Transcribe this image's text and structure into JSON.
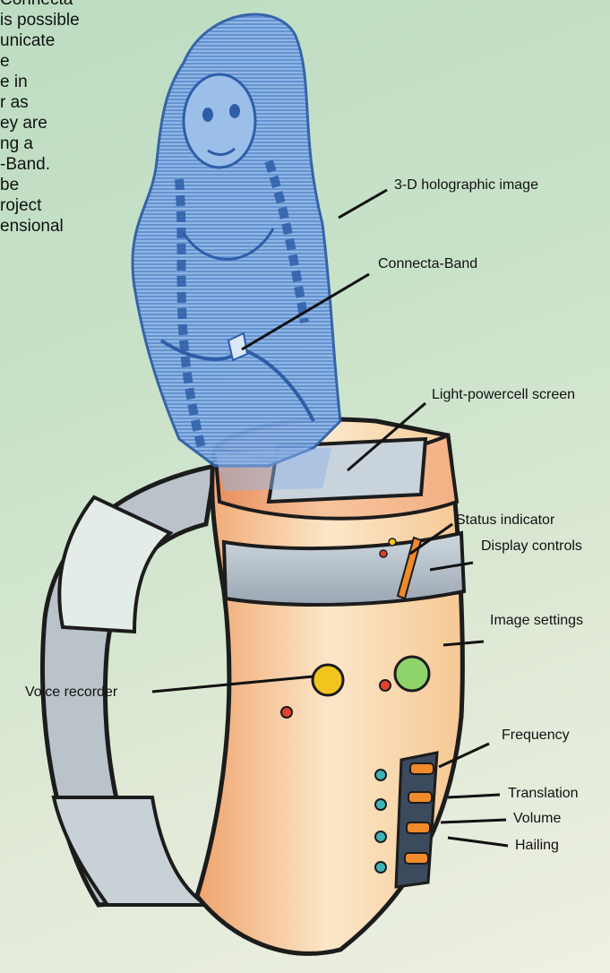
{
  "intro_text": "Connecta\nis possible\nunicate\ne\ne in\nr as\ney are\nng a\n-Band.\nbe\nroject\nensional",
  "labels": {
    "holographic": "3-D holographic image",
    "connecta_band": "Connecta-Band",
    "light_powercell": "Light-powercell screen",
    "status_indicator": "Status indicator",
    "display_controls": "Display controls",
    "image_settings": "Image settings",
    "voice_recorder": "Voice recorder",
    "frequency": "Frequency",
    "translation": "Translation",
    "volume": "Volume",
    "hailing": "Hailing"
  },
  "colors": {
    "hologram": "#6d9ad6",
    "hologram_dark": "#2e5ea8",
    "band_body": "#f1b48a",
    "band_edge": "#d98454",
    "strap_grey": "#b8c1c6",
    "outline": "#1c1c1c",
    "yellow_button": "#f2c41e",
    "green_button": "#8fd46b",
    "red_button": "#e0432b",
    "teal_button": "#3fb3b8",
    "slider_orange": "#f08a2a"
  }
}
